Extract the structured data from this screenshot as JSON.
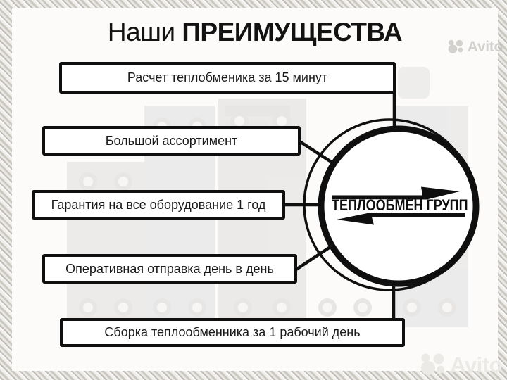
{
  "title": {
    "prefix": "Наши",
    "emphasis": "ПРЕИМУЩЕСТВА"
  },
  "advantages": [
    {
      "label": "Расчет теплобменика за 15 минут"
    },
    {
      "label": "Большой ассортимент"
    },
    {
      "label": "Гарантия на все оборудование 1 год"
    },
    {
      "label": "Оперативная отправка день в день"
    },
    {
      "label": "Сборка теплообменника за 1 рабочий день"
    }
  ],
  "logo": {
    "company_name": "ТЕПЛООБМЕН ГРУПП"
  },
  "watermark": {
    "text": "Avito"
  },
  "colors": {
    "ink": "#0f0f0f",
    "sheet": "#fcfbfa",
    "texture_base": "#d6d3ce",
    "watermark_light": "#eceae7"
  }
}
